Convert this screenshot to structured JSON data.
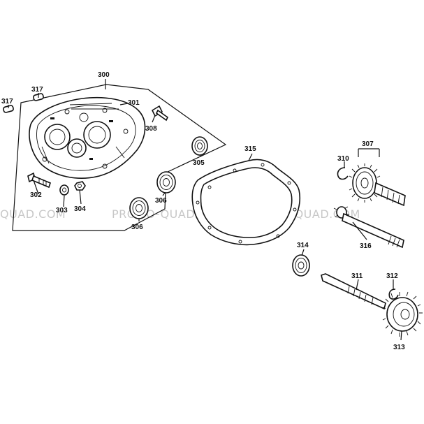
{
  "watermark": {
    "left": "QUAD.COM",
    "center": "PROMO-QUAD.COM",
    "right": "PROMO-QUAD.COM"
  },
  "labels": {
    "p300": "300",
    "p301": "301",
    "p302": "302",
    "p303": "303",
    "p304": "304",
    "p305": "305",
    "p306a": "306",
    "p306b": "306",
    "p307": "307",
    "p308": "308",
    "p310": "310",
    "p311": "311",
    "p312": "312",
    "p313": "313",
    "p314": "314",
    "p315": "315",
    "p316": "316",
    "p317a": "317",
    "p317b": "317"
  }
}
